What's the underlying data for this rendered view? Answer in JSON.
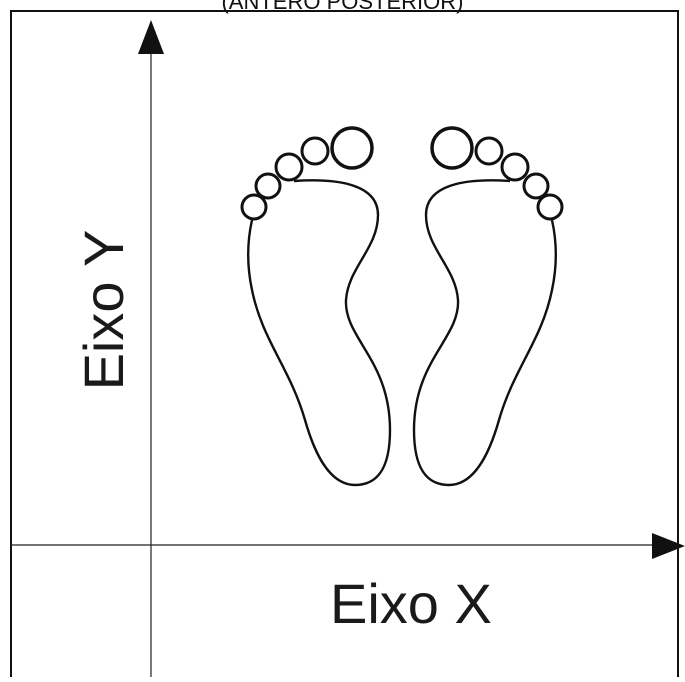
{
  "caption": "(ANTERO POSTERIOR)",
  "axes": {
    "x_label": "Eixo X",
    "y_label": "Eixo Y"
  },
  "icons": {
    "left_foot": "left-footprint-icon",
    "right_foot": "right-footprint-icon",
    "x_arrow": "arrowhead-right-icon",
    "y_arrow": "arrowhead-up-icon"
  },
  "colors": {
    "stroke": "#111111",
    "background": "#ffffff"
  }
}
